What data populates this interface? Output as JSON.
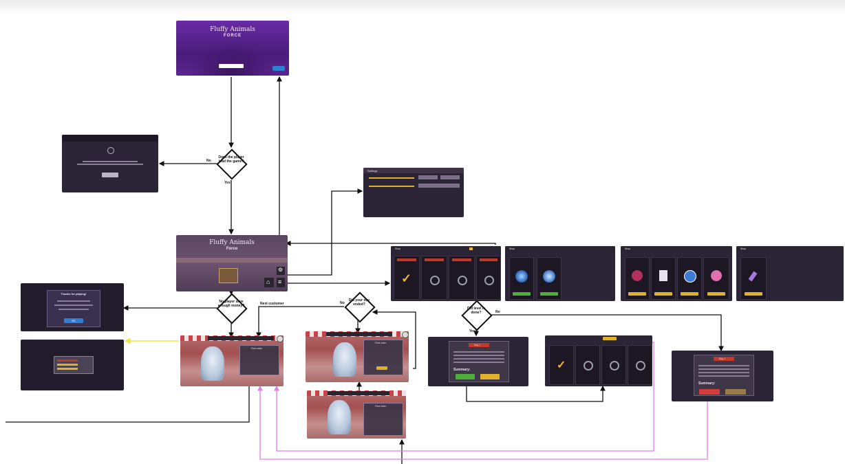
{
  "canvas": {
    "background": "#ffffff"
  },
  "colors": {
    "edge": "#111111",
    "edge_yellow": "#f1e64a",
    "edge_pink": "#e27ee0",
    "accent_yellow": "#e0b22a",
    "accent_blue": "#2f7fd6",
    "accent_red": "#d63b3b",
    "accent_green": "#4fae3a"
  },
  "screens": {
    "title_screen": {
      "title": "Fluffy Animals",
      "subtitle": "FORCE"
    },
    "lobby_screen": {
      "title": "Fluffy Animals",
      "subtitle": "Force"
    },
    "settings": {
      "title": "Settings"
    },
    "shop_title": "Shop",
    "thanks_dialog": {
      "title": "Thanks for playing!",
      "button": "OK"
    },
    "day_summary": {
      "title": "Day 1",
      "summary_label": "Summary:"
    },
    "day_summary_2": {
      "title": "Day 1",
      "summary_label": "Summary:"
    },
    "customer_dialog": {
      "title": "First order"
    }
  },
  "decisions": {
    "first_time": {
      "text": "Does the player load the game?"
    },
    "stats_max": {
      "text": "No player save enough money?"
    },
    "day_ended": {
      "text": "Did your day ended?"
    },
    "level_ended": {
      "text": "Did level is done?"
    }
  },
  "edge_labels": {
    "no_1": "No",
    "yes_1": "Yes",
    "next_customer": "Next customer",
    "no_2": "No",
    "no_3": "No",
    "yes_2": "Yes"
  }
}
